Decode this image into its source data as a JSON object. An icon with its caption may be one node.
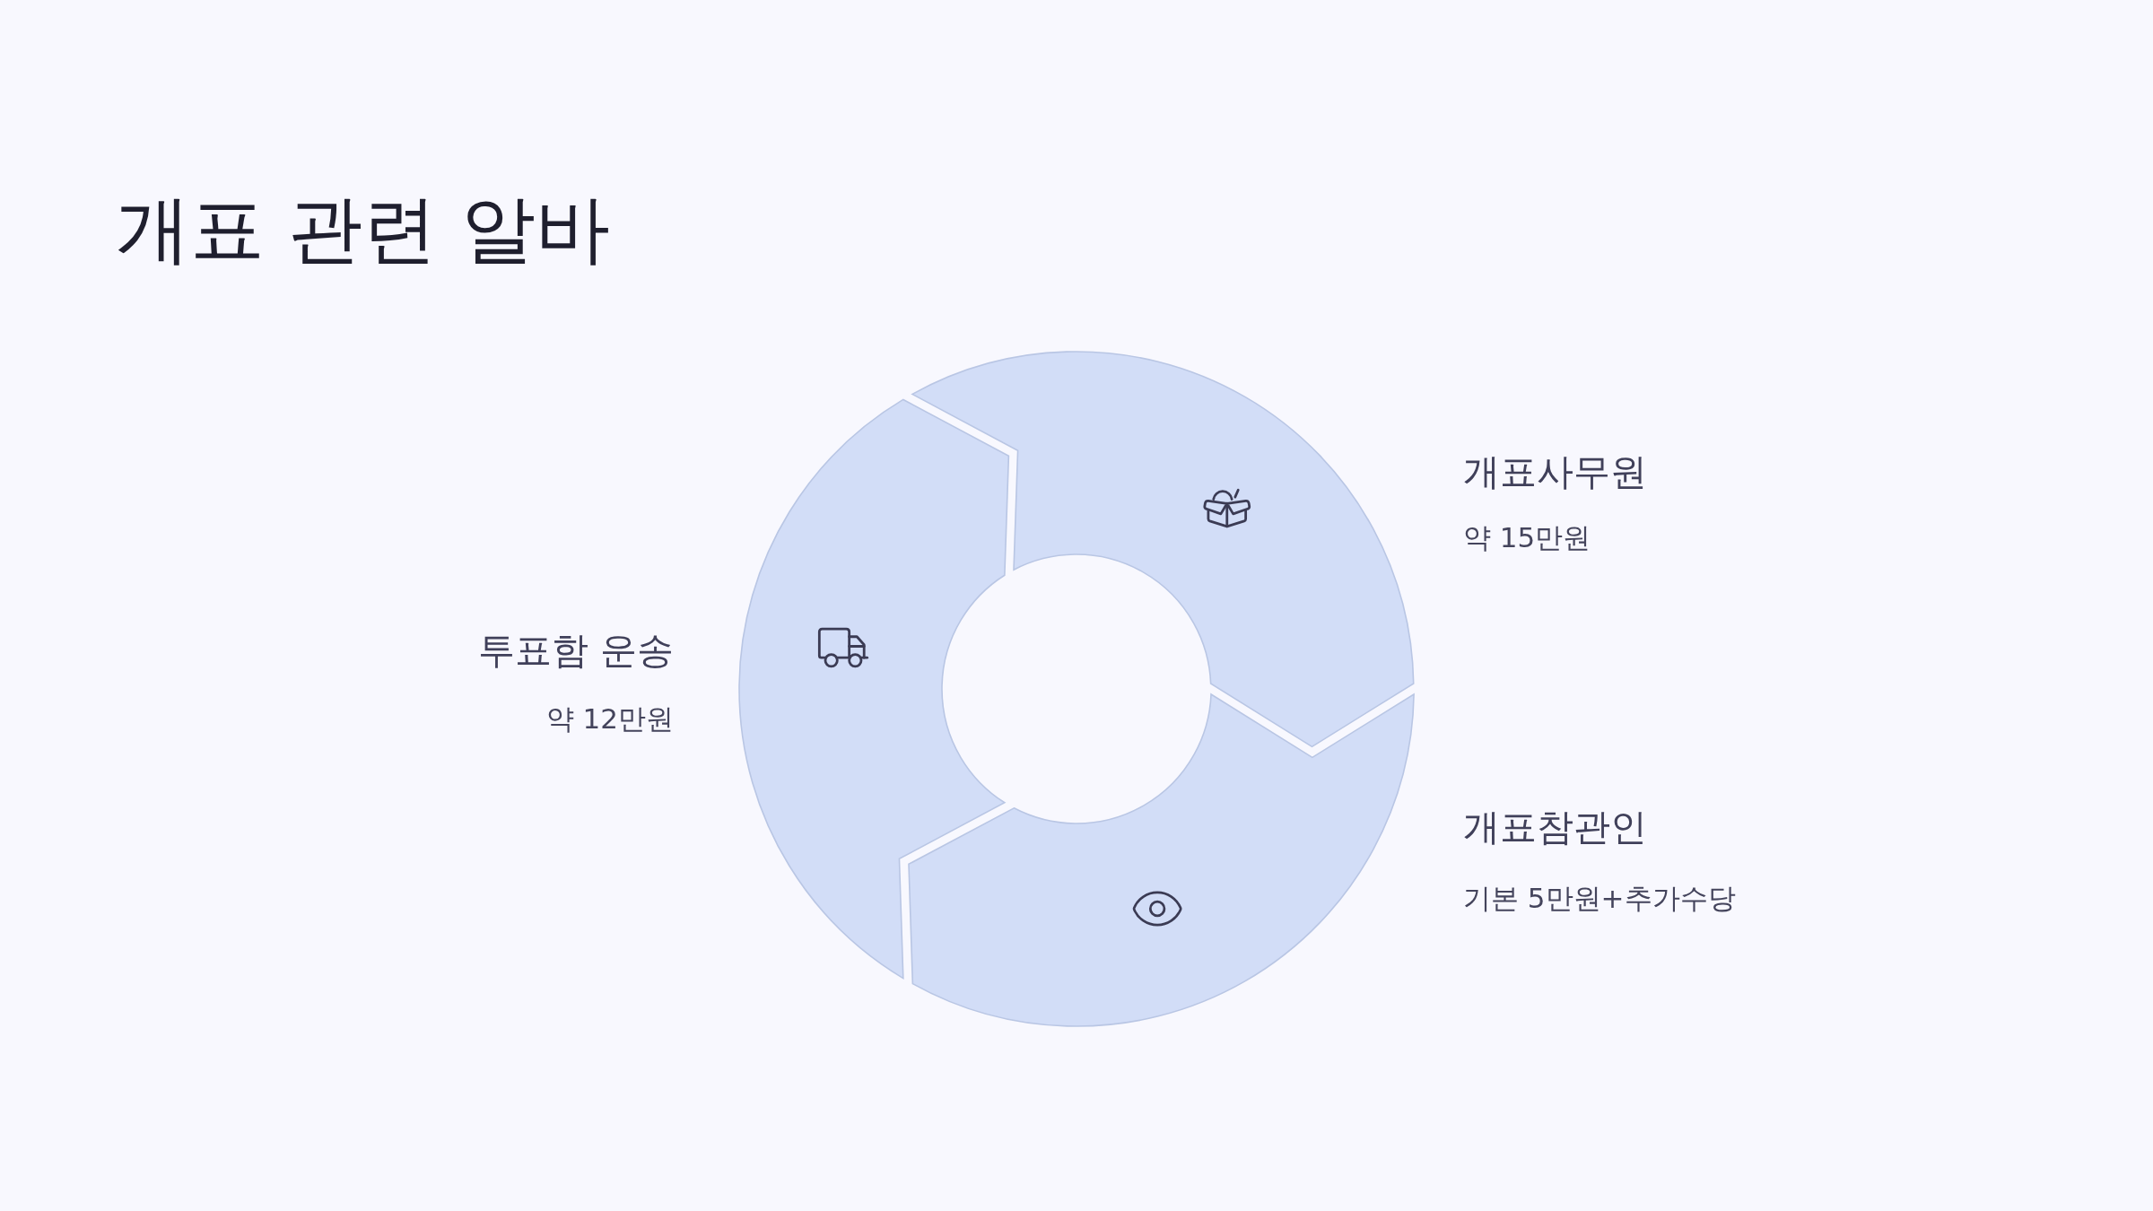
{
  "diagram": {
    "title": "개표 관련 알바",
    "nodes": [
      {
        "text": [],
        "shape": "arrow",
        "beside": [
          "개표사무원",
          "약 15만원"
        ]
      },
      {
        "text": [],
        "shape": "arrow",
        "beside": [
          "개표참관인",
          "기본 5만원+추가수당"
        ]
      },
      {
        "text": [],
        "shape": "arrow",
        "beside": [
          "투표함 운송",
          "약 12만원"
        ]
      }
    ]
  }
}
